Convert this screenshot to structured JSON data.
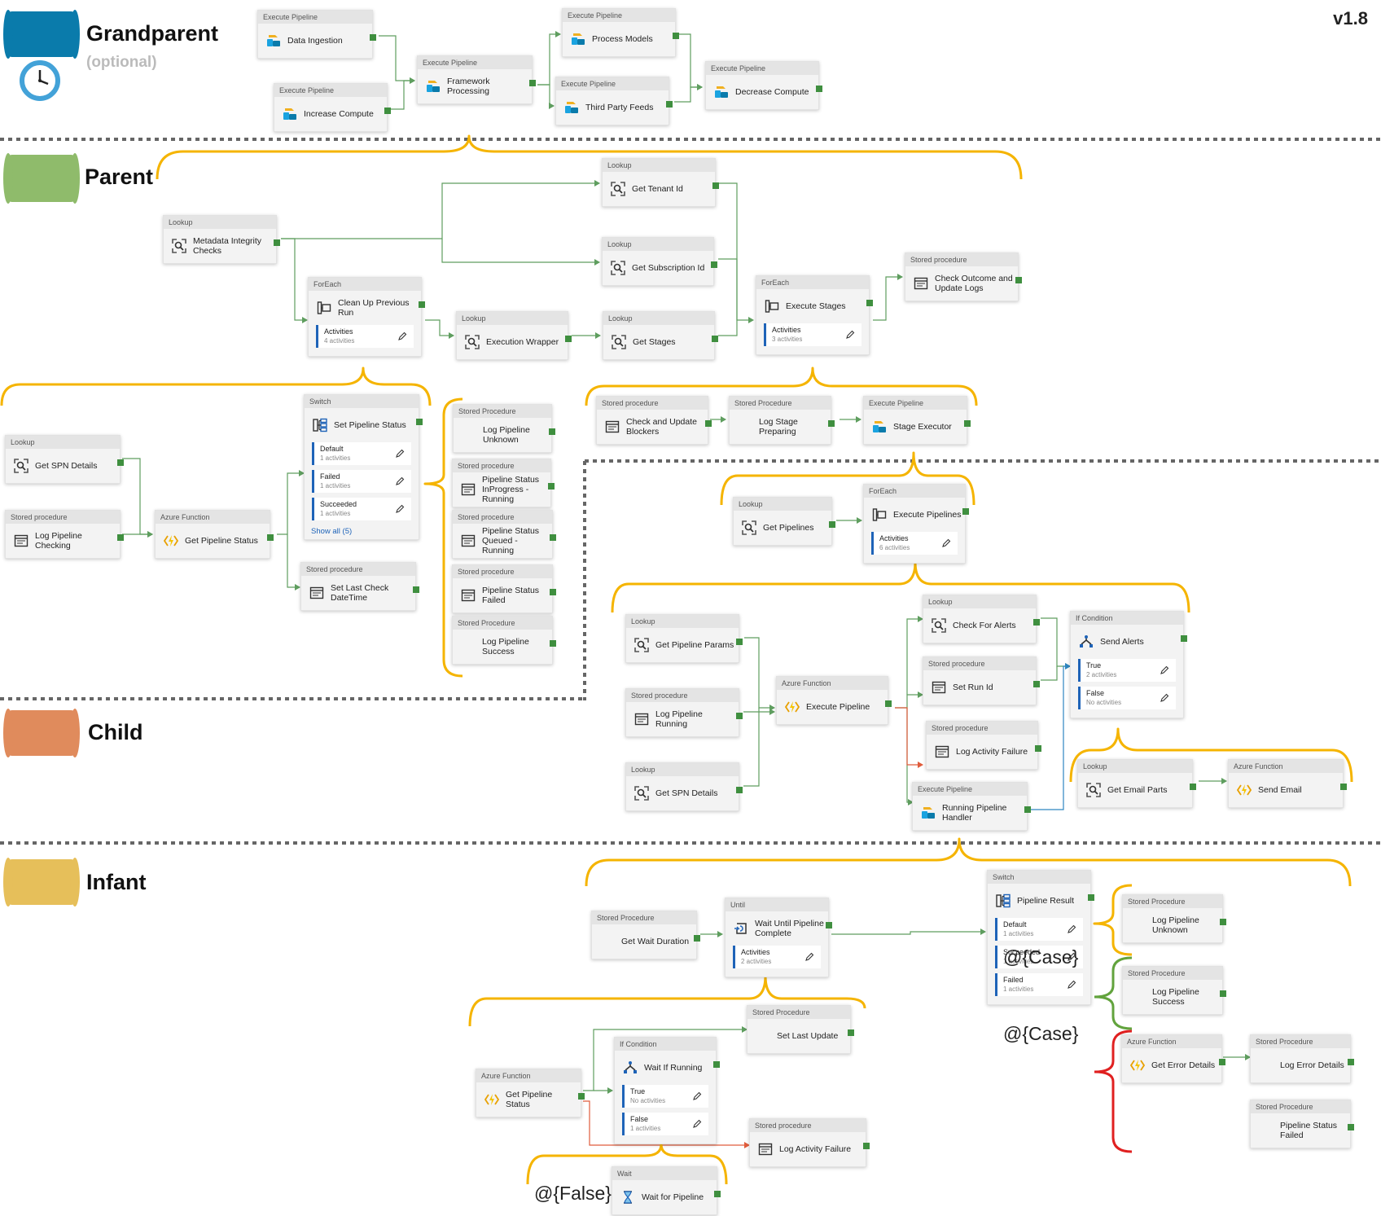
{
  "version": "v1.8",
  "lanes": {
    "grandparent": {
      "title": "Grandparent",
      "subtitle": "(optional)"
    },
    "parent": {
      "title": "Parent"
    },
    "child": {
      "title": "Child"
    },
    "infant": {
      "title": "Infant"
    }
  },
  "expressions": {
    "case_1": "@{Case}",
    "case_2": "@{Case}",
    "false_case": "@{False}"
  },
  "activities": {
    "data_ingestion": {
      "type": "Execute Pipeline",
      "name": "Data Ingestion"
    },
    "increase_compute": {
      "type": "Execute Pipeline",
      "name": "Increase Compute"
    },
    "framework_processing": {
      "type": "Execute Pipeline",
      "name": "Framework Processing"
    },
    "process_models": {
      "type": "Execute Pipeline",
      "name": "Process Models"
    },
    "third_party_feeds": {
      "type": "Execute Pipeline",
      "name": "Third Party Feeds"
    },
    "decrease_compute": {
      "type": "Execute Pipeline",
      "name": "Decrease Compute"
    },
    "metadata_integrity": {
      "type": "Lookup",
      "name": "Metadata Integrity Checks"
    },
    "get_tenant_id": {
      "type": "Lookup",
      "name": "Get Tenant Id"
    },
    "get_subscription_id": {
      "type": "Lookup",
      "name": "Get Subscription Id"
    },
    "clean_up": {
      "type": "ForEach",
      "name": "Clean Up Previous Run",
      "branches": [
        {
          "label": "Activities",
          "count": "4 activities"
        }
      ]
    },
    "execution_wrapper": {
      "type": "Lookup",
      "name": "Execution Wrapper"
    },
    "get_stages": {
      "type": "Lookup",
      "name": "Get Stages"
    },
    "execute_stages": {
      "type": "ForEach",
      "name": "Execute Stages",
      "branches": [
        {
          "label": "Activities",
          "count": "3 activities"
        }
      ]
    },
    "check_outcome": {
      "type": "Stored procedure",
      "name": "Check Outcome and Update Logs"
    },
    "get_spn_details_p": {
      "type": "Lookup",
      "name": "Get SPN Details"
    },
    "log_pipeline_checking": {
      "type": "Stored procedure",
      "name": "Log Pipeline Checking"
    },
    "get_pipeline_status_p": {
      "type": "Azure Function",
      "name": "Get Pipeline Status"
    },
    "set_pipeline_status": {
      "type": "Switch",
      "name": "Set Pipeline Status",
      "branches": [
        {
          "label": "Default",
          "count": "1 activities"
        },
        {
          "label": "Failed",
          "count": "1 activities"
        },
        {
          "label": "Succeeded",
          "count": "1 activities"
        }
      ],
      "more": "Show all (5)"
    },
    "set_last_check": {
      "type": "Stored procedure",
      "name": "Set Last Check DateTime"
    },
    "log_pipeline_unknown_p": {
      "type": "Stored Procedure",
      "name": "Log Pipeline Unknown"
    },
    "pipeline_status_inprogress": {
      "type": "Stored procedure",
      "name": "Pipeline Status InProgress - Running"
    },
    "pipeline_status_queued": {
      "type": "Stored procedure",
      "name": "Pipeline Status Queued - Running"
    },
    "pipeline_status_failed_p": {
      "type": "Stored procedure",
      "name": "Pipeline Status Failed"
    },
    "log_pipeline_success_p": {
      "type": "Stored Procedure",
      "name": "Log Pipeline Success"
    },
    "check_update_blockers": {
      "type": "Stored procedure",
      "name": "Check and Update Blockers"
    },
    "log_stage_preparing": {
      "type": "Stored Procedure",
      "name": "Log Stage Preparing"
    },
    "stage_executor": {
      "type": "Execute Pipeline",
      "name": "Stage Executor"
    },
    "get_pipelines": {
      "type": "Lookup",
      "name": "Get Pipelines"
    },
    "execute_pipelines": {
      "type": "ForEach",
      "name": "Execute Pipelines",
      "branches": [
        {
          "label": "Activities",
          "count": "6 activities"
        }
      ]
    },
    "get_pipeline_params": {
      "type": "Lookup",
      "name": "Get Pipeline Params"
    },
    "log_pipeline_running": {
      "type": "Stored procedure",
      "name": "Log Pipeline Running"
    },
    "get_spn_details_c": {
      "type": "Lookup",
      "name": "Get SPN Details"
    },
    "execute_pipeline": {
      "type": "Azure Function",
      "name": "Execute Pipeline"
    },
    "check_for_alerts": {
      "type": "Lookup",
      "name": "Check For Alerts"
    },
    "set_run_id": {
      "type": "Stored procedure",
      "name": "Set Run Id"
    },
    "log_activity_failure_c": {
      "type": "Stored procedure",
      "name": "Log Activity Failure"
    },
    "running_pipeline_handler": {
      "type": "Execute Pipeline",
      "name": "Running Pipeline Handler"
    },
    "send_alerts": {
      "type": "If Condition",
      "name": "Send Alerts",
      "branches": [
        {
          "label": "True",
          "count": "2 activities"
        },
        {
          "label": "False",
          "count": "No activities"
        }
      ]
    },
    "get_email_parts": {
      "type": "Lookup",
      "name": "Get Email Parts"
    },
    "send_email": {
      "type": "Azure Function",
      "name": "Send Email"
    },
    "get_wait_duration": {
      "type": "Stored Procedure",
      "name": "Get Wait Duration"
    },
    "wait_until_complete": {
      "type": "Until",
      "name": "Wait Until Pipeline Complete",
      "branches": [
        {
          "label": "Activities",
          "count": "2 activities"
        }
      ]
    },
    "pipeline_result": {
      "type": "Switch",
      "name": "Pipeline Result",
      "branches": [
        {
          "label": "Default",
          "count": "1 activities"
        },
        {
          "label": "Succeeded",
          "count": "1 activities"
        },
        {
          "label": "Failed",
          "count": "1 activities"
        }
      ]
    },
    "log_pipeline_unknown_i": {
      "type": "Stored Procedure",
      "name": "Log Pipeline Unknown"
    },
    "log_pipeline_success_i": {
      "type": "Stored Procedure",
      "name": "Log Pipeline Success"
    },
    "get_error_details": {
      "type": "Azure Function",
      "name": "Get Error Details"
    },
    "log_error_details": {
      "type": "Stored Procedure",
      "name": "Log Error Details"
    },
    "pipeline_status_failed_i": {
      "type": "Stored Procedure",
      "name": "Pipeline Status Failed"
    },
    "set_last_update": {
      "type": "Stored Procedure",
      "name": "Set Last Update"
    },
    "get_pipeline_status_i": {
      "type": "Azure Function",
      "name": "Get Pipeline Status"
    },
    "wait_if_running": {
      "type": "If Condition",
      "name": "Wait If Running",
      "branches": [
        {
          "label": "True",
          "count": "No activities"
        },
        {
          "label": "False",
          "count": "1 activities"
        }
      ]
    },
    "log_activity_failure_i": {
      "type": "Stored procedure",
      "name": "Log Activity Failure"
    },
    "wait_for_pipeline": {
      "type": "Wait",
      "name": "Wait for Pipeline"
    }
  },
  "icons": {
    "Execute Pipeline": "execute-pipeline-icon",
    "Lookup": "lookup-icon",
    "ForEach": "foreach-icon",
    "Stored procedure": "stored-procedure-icon",
    "Stored Procedure": "stored-procedure-icon",
    "Azure Function": "azure-function-icon",
    "Switch": "switch-icon",
    "If Condition": "if-condition-icon",
    "Until": "until-icon",
    "Wait": "wait-icon"
  },
  "colors": {
    "grandparent": "#0a7bab",
    "parent": "#8fbb6b",
    "child": "#e08b5c",
    "infant": "#e6bf5a",
    "bracket": "#f5b400",
    "bracket_green": "#62a33d",
    "bracket_red": "#e02020",
    "success_wire": "#5f9e5f",
    "failure_wire": "#e05c3c",
    "completion_wire": "#2e86c1",
    "divider": "#666666"
  }
}
